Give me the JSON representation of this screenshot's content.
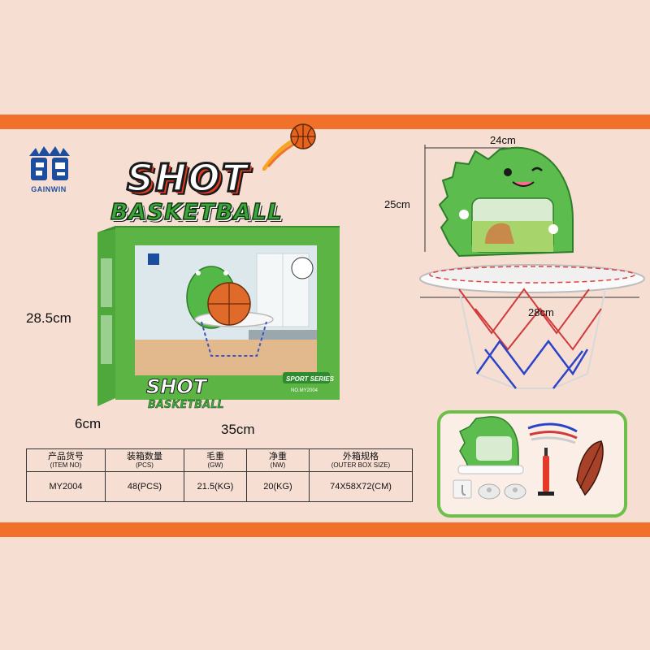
{
  "brand": {
    "logo_text": "GAINWIN",
    "colors": {
      "blue": "#1d4e9e",
      "orange": "#f1702a",
      "green": "#3da63a"
    }
  },
  "title": {
    "line1": "SHOT",
    "line2": "BASKETBALL"
  },
  "box": {
    "title_line1": "SHOT",
    "title_line2": "BASKETBALL",
    "series_badge": "SPORT SERIES",
    "item_label": "NO.MY2004",
    "dims": {
      "height": "28.5cm",
      "depth": "6cm",
      "width": "35cm"
    }
  },
  "product": {
    "dims": {
      "width": "24cm",
      "height": "25cm",
      "rim": "28cm"
    }
  },
  "table": {
    "headers": [
      {
        "zh": "产品货号",
        "en": "(ITEM NO)"
      },
      {
        "zh": "装箱数量",
        "en": "(PCS)"
      },
      {
        "zh": "毛重",
        "en": "(GW)"
      },
      {
        "zh": "净重",
        "en": "(NW)"
      },
      {
        "zh": "外箱规格",
        "en": "(OUTER BOX SIZE)"
      }
    ],
    "values": [
      "MY2004",
      "48(PCS)",
      "21.5(KG)",
      "20(KG)",
      "74X58X72(CM)"
    ]
  },
  "icons": [
    "gainwin-logo-icon",
    "basketball-icon",
    "dinosaur-backboard-icon",
    "net-icon",
    "pump-icon",
    "suction-cup-icon",
    "hook-icon"
  ]
}
